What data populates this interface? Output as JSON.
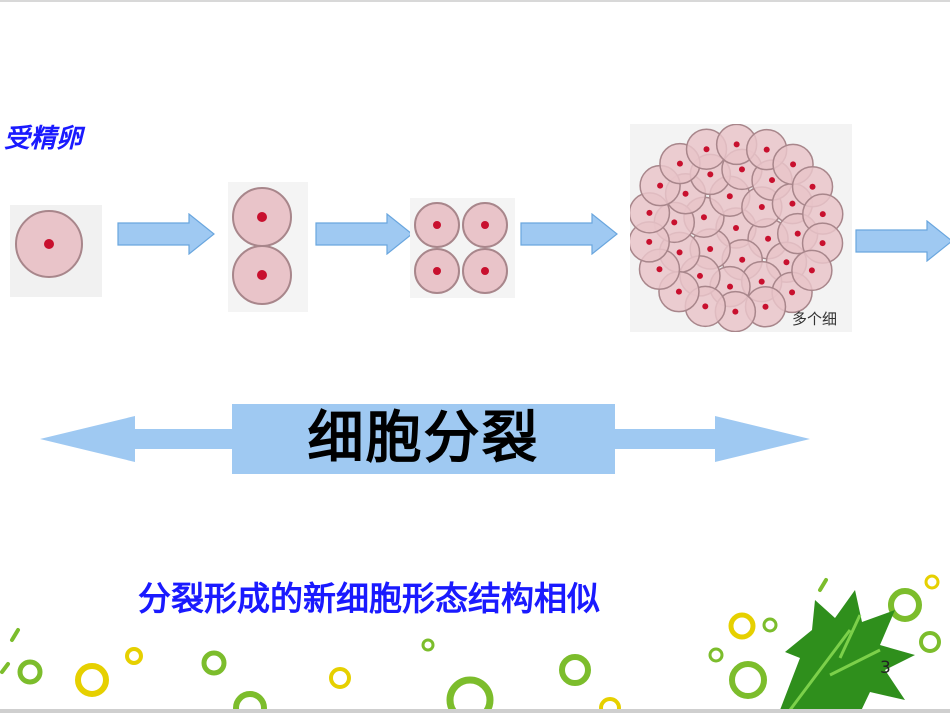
{
  "slide": {
    "label_zygote": "受精卵",
    "banner_text": "细胞分裂",
    "conclusion": "分裂形成的新细胞形态结构相似",
    "multi_cell_caption": "多个细",
    "page_number": "3"
  },
  "colors": {
    "text_blue": "#1a1aff",
    "arrow_fill": "#9fc9f2",
    "cell_fill": "#e9c4c9",
    "cell_stroke": "#a8868b",
    "nucleus": "#c8102e",
    "deco_green": "#7cbd2c",
    "deco_yellow": "#e6d000"
  }
}
